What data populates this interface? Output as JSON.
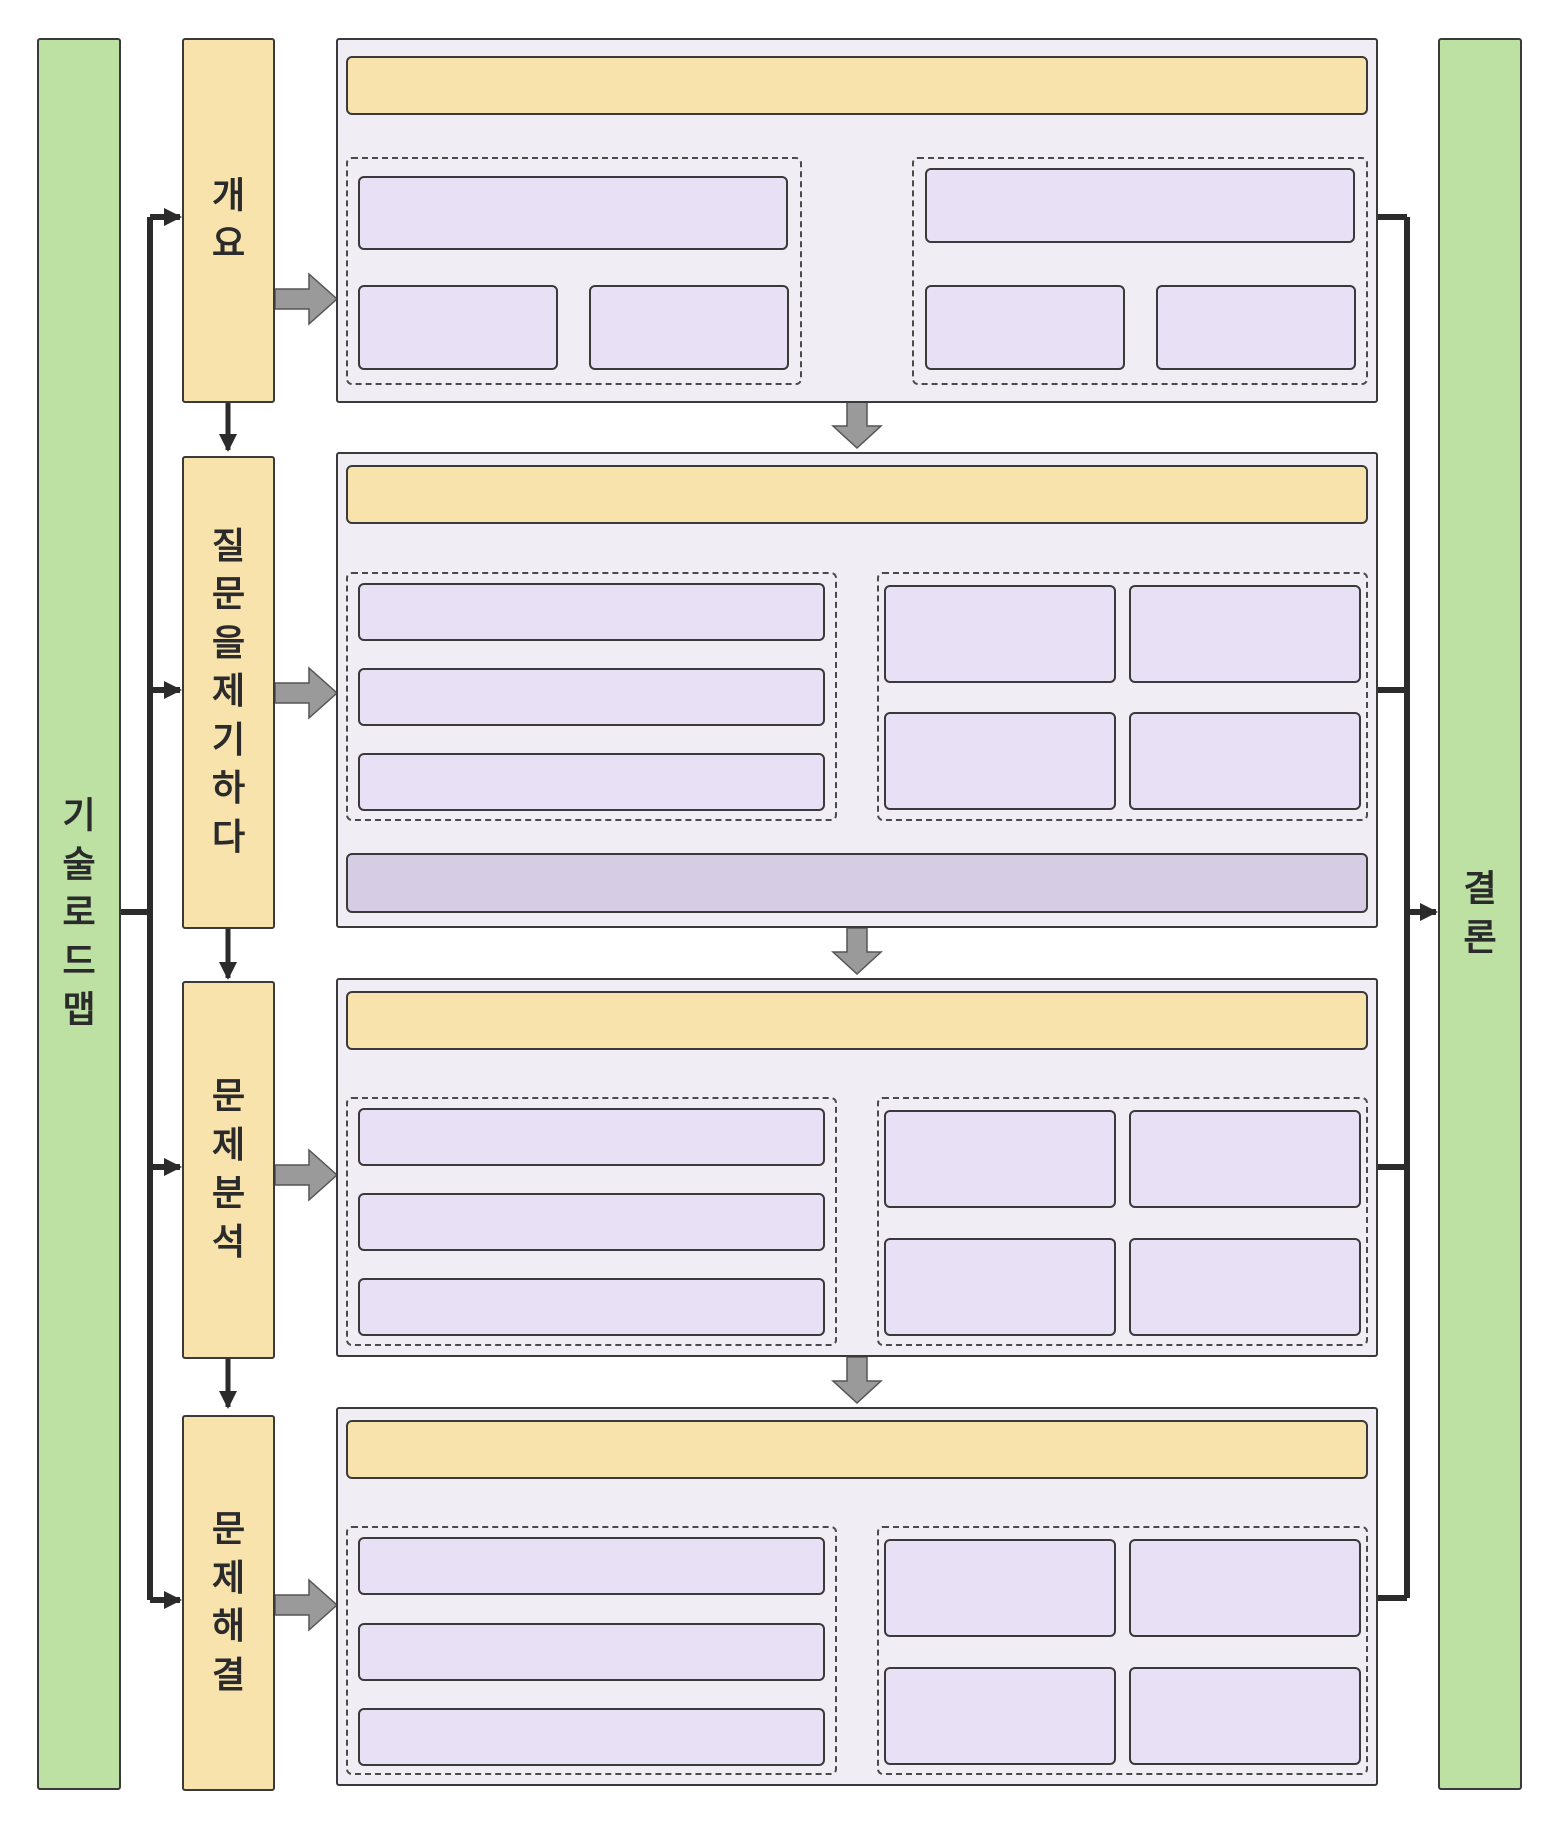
{
  "left_rail": {
    "title": "기술로드맵",
    "color": "#bce1a3"
  },
  "right_rail": {
    "title": "결론",
    "color": "#bce1a3"
  },
  "stages": [
    {
      "title": "개요"
    },
    {
      "title": "질문을제기하다"
    },
    {
      "title": "문제분석"
    },
    {
      "title": "문제해결"
    }
  ],
  "colors": {
    "stage_fill": "#f8e3ad",
    "panel_fill": "#f0eef4",
    "node_fill": "#e8e1f6",
    "node_dark_fill": "#d6cce4",
    "line": "#2b2b2b",
    "block_arrow": "#9a9a9a"
  }
}
